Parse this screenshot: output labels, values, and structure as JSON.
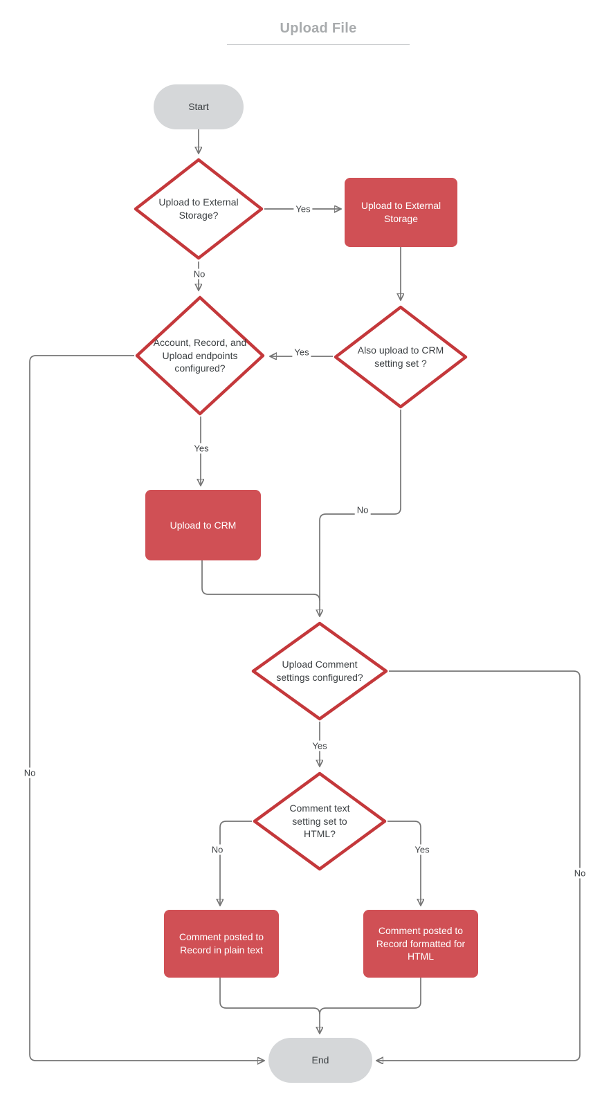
{
  "title": "Upload File",
  "nodes": {
    "start": {
      "type": "terminator",
      "label": "Start"
    },
    "decision_external": {
      "type": "decision",
      "label": "Upload to External Storage?"
    },
    "process_external": {
      "type": "process",
      "label": "Upload to External Storage"
    },
    "decision_endpoints": {
      "type": "decision",
      "label": "Account, Record, and Upload endpoints configured?"
    },
    "decision_crm_setting": {
      "type": "decision",
      "label": "Also upload to CRM setting set ?"
    },
    "process_crm": {
      "type": "process",
      "label": "Upload to CRM"
    },
    "decision_comment_settings": {
      "type": "decision",
      "label": "Upload Comment settings configured?"
    },
    "decision_comment_html": {
      "type": "decision",
      "label": "Comment text setting set to HTML?"
    },
    "process_plain_text": {
      "type": "process",
      "label": "Comment posted to Record in plain text"
    },
    "process_html": {
      "type": "process",
      "label": "Comment posted to Record formatted for HTML"
    },
    "end": {
      "type": "terminator",
      "label": "End"
    }
  },
  "edge_labels": {
    "external_yes": "Yes",
    "external_no": "No",
    "crm_setting_yes": "Yes",
    "crm_setting_no": "No",
    "endpoints_yes": "Yes",
    "endpoints_no": "No",
    "comment_settings_yes": "Yes",
    "comment_settings_no": "No",
    "comment_html_no": "No",
    "comment_html_yes": "Yes"
  },
  "colors": {
    "decision_border": "#c4383b",
    "process_fill": "#d05055",
    "terminator_fill": "#d5d7d9",
    "connector_line": "#757575",
    "arrowhead": "#33383c",
    "title_text": "#a8abad"
  }
}
